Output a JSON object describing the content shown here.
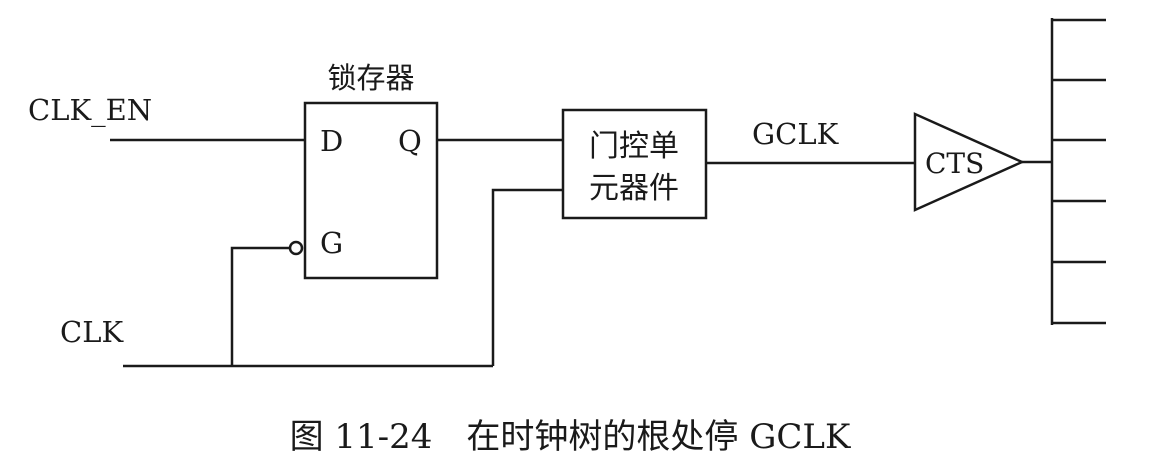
{
  "signals": {
    "clk_en": "CLK_EN",
    "clk": "CLK",
    "gclk": "GCLK"
  },
  "latch": {
    "title": "锁存器",
    "pin_d": "D",
    "pin_q": "Q",
    "pin_g": "G"
  },
  "gate": {
    "line1": "门控单",
    "line2": "元器件"
  },
  "cts": {
    "label": "CTS"
  },
  "caption": {
    "text": "图 11-24　在时钟树的根处停 GCLK"
  }
}
